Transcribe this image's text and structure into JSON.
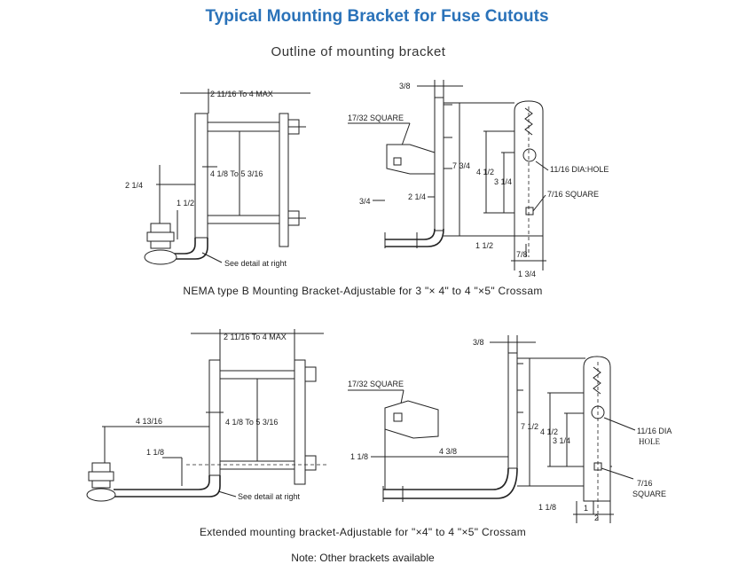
{
  "header": {
    "title": "Typical Mounting Bracket for Fuse Cutouts",
    "subtitle": "Outline of mounting bracket"
  },
  "diagram1": {
    "caption": "NEMA type B Mounting Bracket-Adjustable for 3 \"× 4\" to 4 \"×5\" Crossam",
    "labels": {
      "width_range": "2 11/16 To 4 MAX",
      "inner_range": "4 1/8 To 5 3/16",
      "left_dim": "2 1/4",
      "offset": "1 1/2",
      "detail_note": "See detail at right",
      "d_3_8": "3/8",
      "square_17_32": "17/32 SQUARE",
      "d_7_3_4": "7 3/4",
      "d_4_1_2": "4 1/2",
      "d_3_1_4": "3 1/4",
      "d_3_4": "3/4",
      "d_2_1_4": "2 1/4",
      "hole": "11/16 DIA:HOLE",
      "square_7_16": "7/16 SQUARE",
      "d_1_1_2": "1 1/2",
      "d_7_8": "7/8",
      "d_1_3_4": "1 3/4"
    }
  },
  "diagram2": {
    "caption": "Extended mounting bracket-Adjustable for \"×4\" to 4 \"×5\" Crossam",
    "labels": {
      "width_range": "2 11/16 To 4 MAX",
      "inner_range": "4 1/8 To 5 3/16",
      "left_dim": "4 13/16",
      "offset": "1 1/8",
      "detail_note": "See detail at right",
      "d_3_8": "3/8",
      "square_17_32": "17/32 SQUARE",
      "d_1_1_8a": "1 1/8",
      "d_4_3_8": "4 3/8",
      "d_7_1_2": "7 1/2",
      "d_4_1_2": "4 1/2",
      "d_3_1_4": "3 1/4",
      "hole_a": "11/16 DIA",
      "hole_b": "HOLE",
      "sq_a": "7/16",
      "sq_b": "SQUARE",
      "d_1_1_8b": "1 1/8",
      "d_1": "1",
      "d_2": "2"
    }
  },
  "footer": {
    "note": "Note: Other brackets available"
  }
}
